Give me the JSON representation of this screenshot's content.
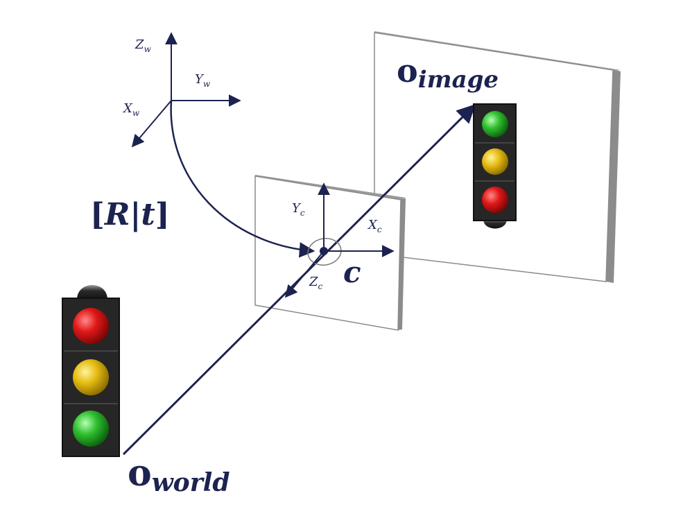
{
  "world_axes": {
    "z_label": "Z",
    "z_sub": "w",
    "y_label": "Y",
    "y_sub": "w",
    "x_label": "X",
    "x_sub": "w"
  },
  "camera_axes": {
    "y_label": "Y",
    "y_sub": "c",
    "x_label": "X",
    "x_sub": "c",
    "z_label": "Z",
    "z_sub": "c"
  },
  "transform_label": {
    "open": "[",
    "r": "R",
    "bar": "|",
    "t": "t",
    "close": "]"
  },
  "camera_center_label": "c",
  "origin_image": {
    "main": "o",
    "sub": "image"
  },
  "origin_world": {
    "main": "o",
    "sub": "world"
  },
  "colors": {
    "ink": "#1c2350",
    "light_red": "#d41414",
    "light_yellow": "#e0b810",
    "light_green": "#2eb82e",
    "housing": "#262626"
  },
  "traffic_lights": [
    {
      "name": "world-traffic-light",
      "order": [
        "red",
        "yellow",
        "green"
      ]
    },
    {
      "name": "image-traffic-light",
      "order": [
        "green",
        "yellow",
        "red"
      ]
    }
  ]
}
